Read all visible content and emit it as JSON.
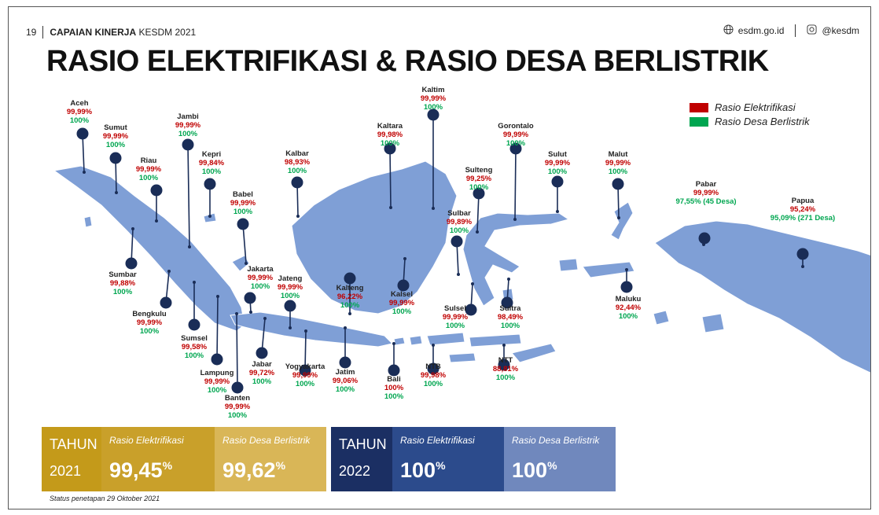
{
  "header": {
    "page_number": "19",
    "bold": "CAPAIAN KINERJA",
    "rest": "KESDM 2021"
  },
  "social": {
    "website": "esdm.go.id",
    "instagram": "@kesdm"
  },
  "title": "RASIO ELEKTRIFIKASI & RASIO DESA BERLISTRIK",
  "legend": [
    {
      "label": "Rasio Elektrifikasi",
      "color": "#c00000"
    },
    {
      "label": "Rasio Desa Berlistrik",
      "color": "#00a650"
    }
  ],
  "map_color": "#7f9fd6",
  "pin_color": "#1a2d57",
  "provinces": [
    {
      "name": "Aceh",
      "re": "99,99%",
      "rd": "100%"
    },
    {
      "name": "Sumut",
      "re": "99,99%",
      "rd": "100%"
    },
    {
      "name": "Riau",
      "re": "99,99%",
      "rd": "100%"
    },
    {
      "name": "Jambi",
      "re": "99,99%",
      "rd": "100%"
    },
    {
      "name": "Kepri",
      "re": "99,84%",
      "rd": "100%"
    },
    {
      "name": "Babel",
      "re": "99,99%",
      "rd": "100%"
    },
    {
      "name": "Kalbar",
      "re": "98,93%",
      "rd": "100%"
    },
    {
      "name": "Kaltara",
      "re": "99,98%",
      "rd": "100%"
    },
    {
      "name": "Kaltim",
      "re": "99,99%",
      "rd": "100%"
    },
    {
      "name": "Gorontalo",
      "re": "99,99%",
      "rd": "100%"
    },
    {
      "name": "Sulteng",
      "re": "99,25%",
      "rd": "100%"
    },
    {
      "name": "Sulut",
      "re": "99,99%",
      "rd": "100%"
    },
    {
      "name": "Malut",
      "re": "99,99%",
      "rd": "100%"
    },
    {
      "name": "Pabar",
      "re": "99,99%",
      "rd": "97,55% (45 Desa)"
    },
    {
      "name": "Papua",
      "re": "95,24%",
      "rd": "95,09% (271 Desa)"
    },
    {
      "name": "Sumbar",
      "re": "99,88%",
      "rd": "100%"
    },
    {
      "name": "Bengkulu",
      "re": "99,99%",
      "rd": "100%"
    },
    {
      "name": "Sumsel",
      "re": "99,58%",
      "rd": "100%"
    },
    {
      "name": "Lampung",
      "re": "99,99%",
      "rd": "100%"
    },
    {
      "name": "Banten",
      "re": "99,99%",
      "rd": "100%"
    },
    {
      "name": "Jakarta",
      "re": "99,99%",
      "rd": "100%"
    },
    {
      "name": "Jabar",
      "re": "99,72%",
      "rd": "100%"
    },
    {
      "name": "Jateng",
      "re": "99,99%",
      "rd": "100%"
    },
    {
      "name": "Yogyakarta",
      "re": "99,99%",
      "rd": "100%"
    },
    {
      "name": "Kalteng",
      "re": "96,22%",
      "rd": "100%"
    },
    {
      "name": "Kalsel",
      "re": "99,99%",
      "rd": "100%"
    },
    {
      "name": "Jatim",
      "re": "99,06%",
      "rd": "100%"
    },
    {
      "name": "Bali",
      "re": "100%",
      "rd": "100%"
    },
    {
      "name": "NTB",
      "re": "99,98%",
      "rd": "100%"
    },
    {
      "name": "Sulbar",
      "re": "99,89%",
      "rd": "100%"
    },
    {
      "name": "Sulsel",
      "re": "99,99%",
      "rd": "100%"
    },
    {
      "name": "Sultra",
      "re": "98,49%",
      "rd": "100%"
    },
    {
      "name": "NTT",
      "re": "88,81%",
      "rd": "100%"
    },
    {
      "name": "Maluku",
      "re": "92,44%",
      "rd": "100%"
    }
  ],
  "summary": [
    {
      "tahun": "TAHUN",
      "year": "2021",
      "re_label": "Rasio Elektrifikasi",
      "re_value": "99,45",
      "rd_label": "Rasio Desa Berlistrik",
      "rd_value": "99,62",
      "unit": "%",
      "colors": [
        "#c49a1a",
        "#c9a02a",
        "#d9b657"
      ]
    },
    {
      "tahun": "TAHUN",
      "year": "2022",
      "re_label": "Rasio Elektrifikasi",
      "re_value": "100",
      "rd_label": "Rasio Desa Berlistrik",
      "rd_value": "100",
      "unit": "%",
      "colors": [
        "#1b2f63",
        "#2c4b8c",
        "#7088bd"
      ]
    }
  ],
  "status": "Status penetapan 29 Oktober 2021"
}
